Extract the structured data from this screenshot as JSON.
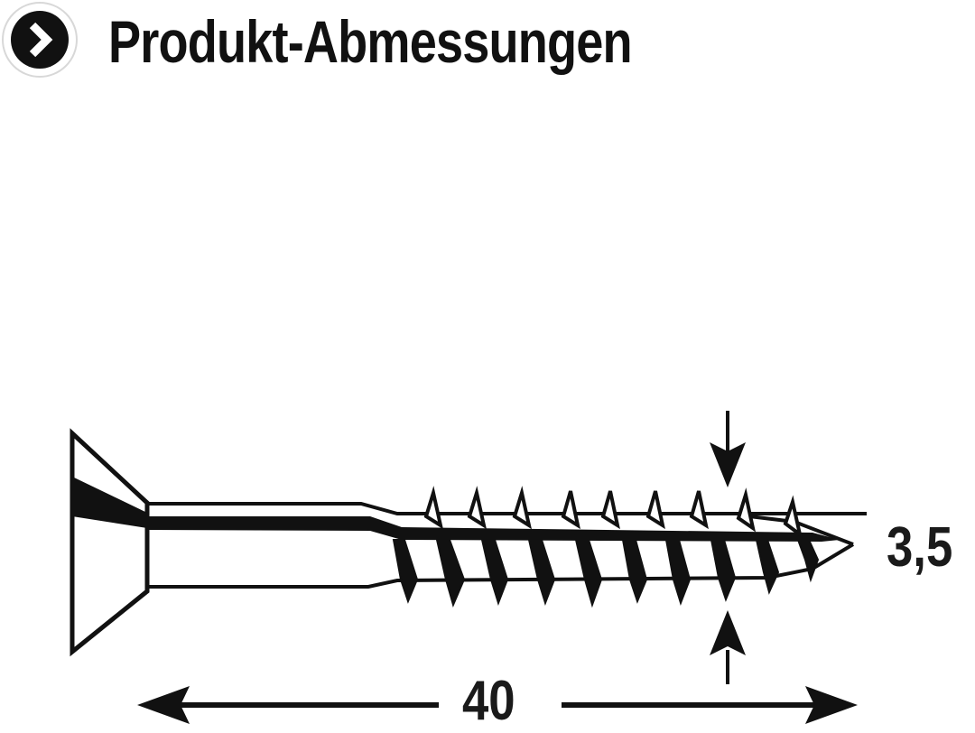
{
  "header": {
    "icon": "chevron-right-icon",
    "title": "Produkt-Abmessungen"
  },
  "diagram": {
    "subject": "countersunk wood screw",
    "dimensions": {
      "diameter": "3,5",
      "length": "40"
    },
    "colors": {
      "ink": "#111111",
      "background": "#ffffff",
      "badge_ring": "#d8d8d8"
    }
  }
}
